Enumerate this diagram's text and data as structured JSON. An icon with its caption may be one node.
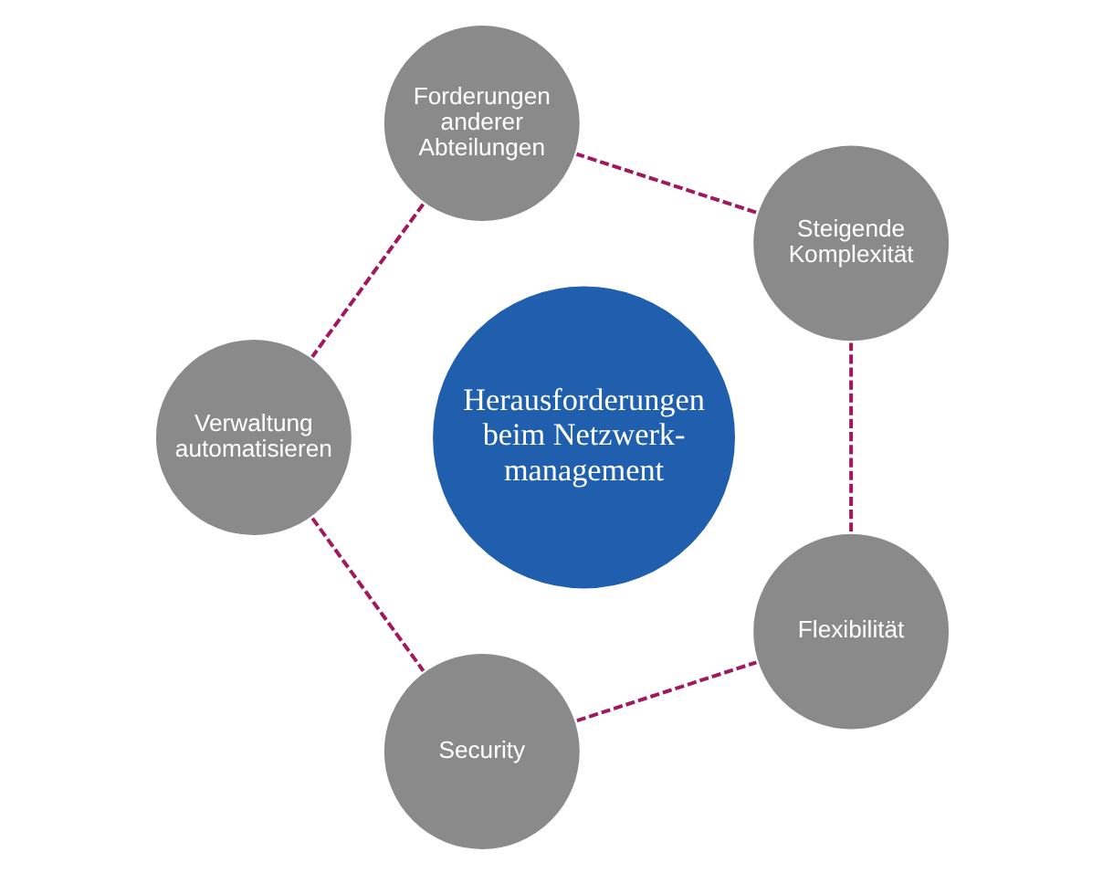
{
  "diagram": {
    "nodes": [
      {
        "text": [
          "Herausforderungen beim Netzwerk- management"
        ]
      },
      {
        "text": [
          "Steigende Komplexität"
        ]
      },
      {
        "text": [
          "Forderungen anderer Abteilungen"
        ]
      },
      {
        "text": [
          "Verwaltung automatisieren"
        ]
      },
      {
        "text": [
          "Security"
        ]
      },
      {
        "text": [
          "Flexibilität"
        ]
      }
    ],
    "edges": [
      {
        "from": 1,
        "to": 2,
        "arrow": "none",
        "style": "dashed"
      },
      {
        "from": 2,
        "to": 3,
        "arrow": "none",
        "style": "dashed"
      },
      {
        "from": 3,
        "to": 4,
        "arrow": "none",
        "style": "dashed"
      },
      {
        "from": 4,
        "to": 5,
        "arrow": "none",
        "style": "dashed"
      },
      {
        "from": 5,
        "to": 1,
        "arrow": "none",
        "style": "dashed"
      }
    ]
  }
}
